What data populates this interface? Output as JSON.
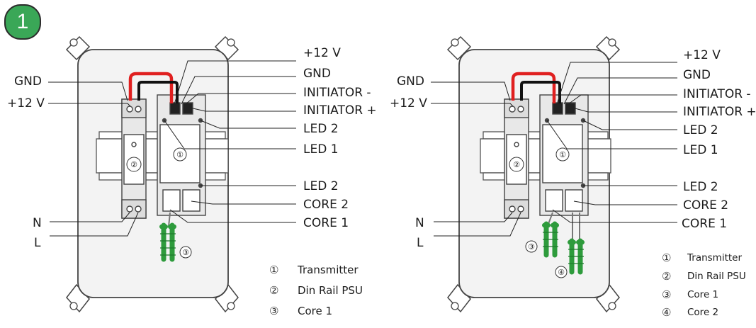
{
  "step_number": "1",
  "colors": {
    "step_badge": "#3aa757",
    "wire_positive": "#e02020",
    "wire_negative": "#111111",
    "core_cable": "#2e9b3c",
    "enclosure_fill": "#f3f3f3"
  },
  "left_diagram": {
    "labels": {
      "top_plus12": "+12 V",
      "top_gnd": "GND",
      "initiator_minus": "INITIATOR -",
      "initiator_plus": "INITIATOR +",
      "led2_top": "LED 2",
      "led1": "LED 1",
      "led2_bottom": "LED 2",
      "core2": "CORE 2",
      "core1": "CORE 1",
      "psu_gnd": "GND",
      "psu_plus12": "+12 V",
      "n": "N",
      "l": "L"
    },
    "markers": {
      "transmitter": "①",
      "psu": "②",
      "core1": "③"
    },
    "legend": [
      {
        "num": "①",
        "text": "Transmitter"
      },
      {
        "num": "②",
        "text": "Din Rail PSU"
      },
      {
        "num": "③",
        "text": "Core 1"
      }
    ]
  },
  "right_diagram": {
    "labels": {
      "top_plus12": "+12 V",
      "top_gnd": "GND",
      "initiator_minus": "INITIATOR -",
      "initiator_plus": "INITIATOR +",
      "led2_top": "LED 2",
      "led1": "LED 1",
      "led2_bottom": "LED 2",
      "core2": "CORE 2",
      "core1": "CORE 1",
      "psu_gnd": "GND",
      "psu_plus12": "+12 V",
      "n": "N",
      "l": "L"
    },
    "markers": {
      "transmitter": "①",
      "psu": "②",
      "core1": "③",
      "core2": "④"
    },
    "legend": [
      {
        "num": "①",
        "text": "Transmitter"
      },
      {
        "num": "②",
        "text": "Din Rail PSU"
      },
      {
        "num": "③",
        "text": "Core 1"
      },
      {
        "num": "④",
        "text": "Core 2"
      }
    ]
  }
}
